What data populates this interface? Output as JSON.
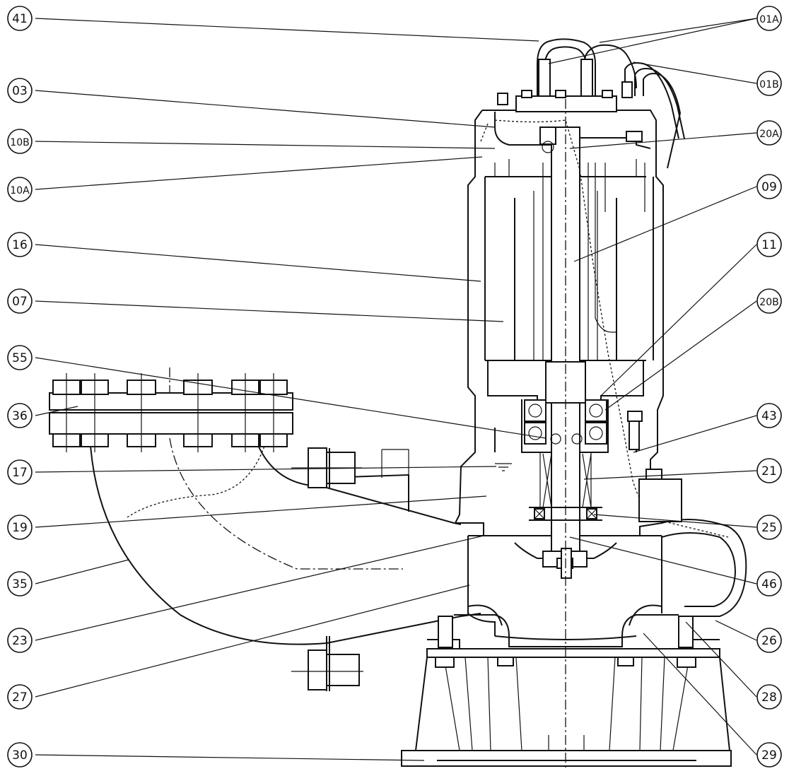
{
  "labels": {
    "l41": "41",
    "l03": "03",
    "l10B": "10B",
    "l10A": "10A",
    "l16": "16",
    "l07": "07",
    "l55": "55",
    "l36": "36",
    "l17": "17",
    "l19": "19",
    "l35": "35",
    "l23": "23",
    "l27": "27",
    "l30": "30",
    "l01A": "01A",
    "l01B": "01B",
    "l20A": "20A",
    "l09": "09",
    "l11": "11",
    "l20B": "20B",
    "l43": "43",
    "l21": "21",
    "l25": "25",
    "l46": "46",
    "l26": "26",
    "l28": "28",
    "l29": "29"
  }
}
